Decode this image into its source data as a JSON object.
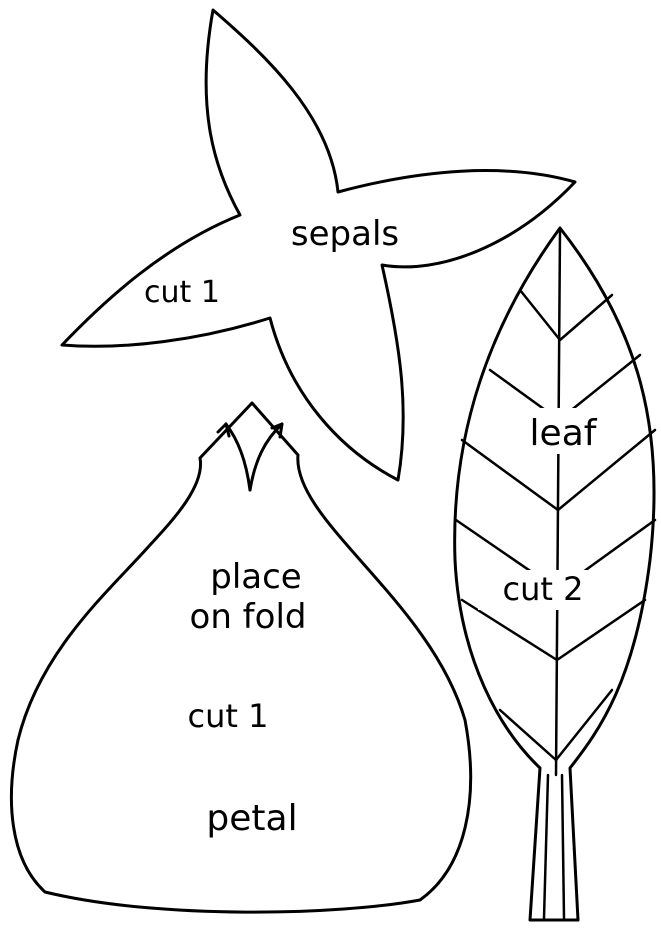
{
  "sepals": {
    "title": "sepals",
    "instruction": "cut 1"
  },
  "petal": {
    "title": "petal",
    "fold_line1": "place",
    "fold_line2": "on fold",
    "instruction": "cut 1"
  },
  "leaf": {
    "title": "leaf",
    "instruction": "cut 2"
  },
  "colors": {
    "line": "#000000",
    "background": "#ffffff"
  }
}
